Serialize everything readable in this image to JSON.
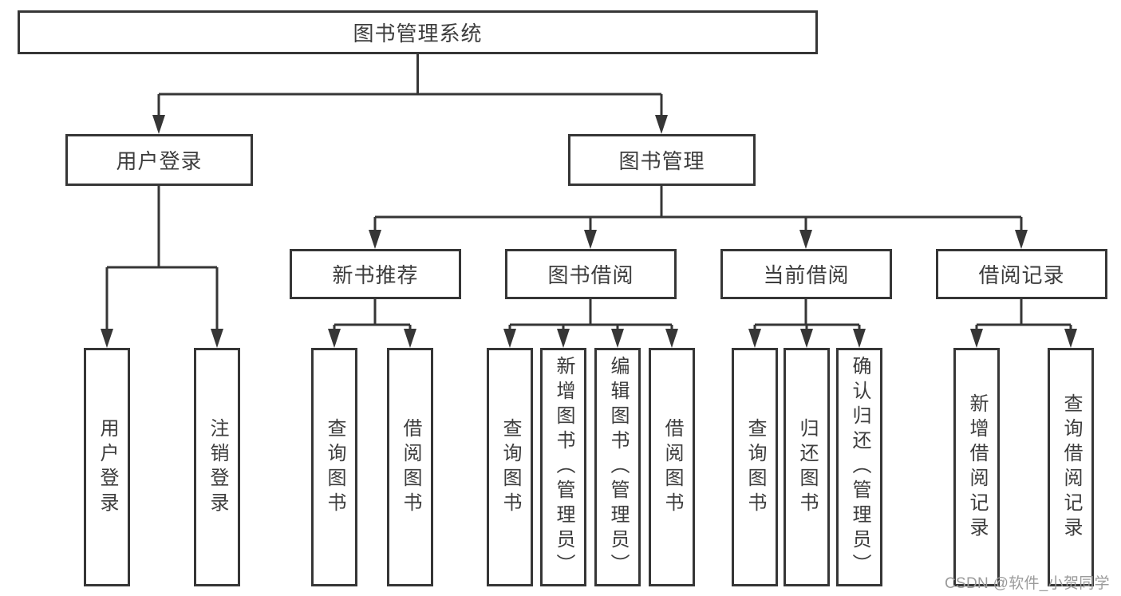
{
  "diagram": {
    "root": {
      "label": "图书管理系统"
    },
    "level2": [
      {
        "label": "用户登录"
      },
      {
        "label": "图书管理"
      }
    ],
    "level3": [
      {
        "label": "新书推荐"
      },
      {
        "label": "图书借阅"
      },
      {
        "label": "当前借阅"
      },
      {
        "label": "借阅记录"
      }
    ],
    "leaves": [
      {
        "label": "用户登录"
      },
      {
        "label": "注销登录"
      },
      {
        "label": "查询图书"
      },
      {
        "label": "借阅图书"
      },
      {
        "label": "查询图书"
      },
      {
        "label": "新增图书（管理员）"
      },
      {
        "label": "编辑图书（管理员）"
      },
      {
        "label": "借阅图书"
      },
      {
        "label": "查询图书"
      },
      {
        "label": "归还图书"
      },
      {
        "label": "确认归还（管理员）"
      },
      {
        "label": "新增借阅记录"
      },
      {
        "label": "查询借阅记录"
      }
    ],
    "watermark": "CSDN @软件_小贺同学",
    "colors": {
      "line": "#363636",
      "text": "#3d3d3d",
      "watermark": "#9b9b9b"
    }
  }
}
